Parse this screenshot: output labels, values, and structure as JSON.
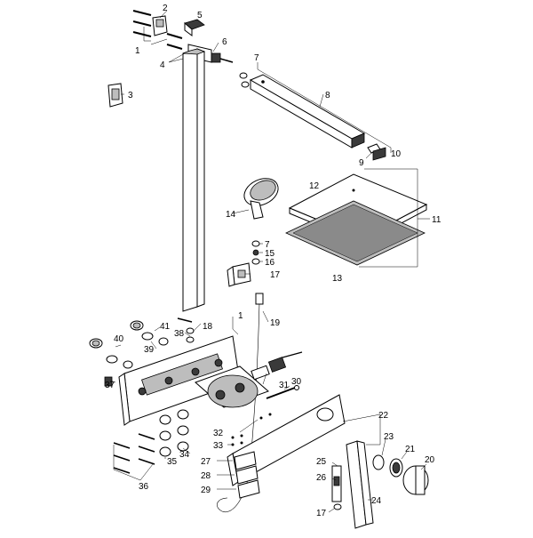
{
  "callouts": {
    "c1a": "1",
    "c1b": "1",
    "c2": "2",
    "c3": "3",
    "c4": "4",
    "c5": "5",
    "c6": "6",
    "c7a": "7",
    "c7b": "7",
    "c8": "8",
    "c9": "9",
    "c10": "10",
    "c11": "11",
    "c12": "12",
    "c13": "13",
    "c14": "14",
    "c15": "15",
    "c16": "16",
    "c17a": "17",
    "c17b": "17",
    "c18": "18",
    "c19": "19",
    "c20": "20",
    "c21": "21",
    "c22": "22",
    "c23": "23",
    "c24": "24",
    "c25": "25",
    "c26": "26",
    "c27": "27",
    "c28": "28",
    "c29": "29",
    "c30": "30",
    "c31": "31",
    "c32": "32",
    "c33": "33",
    "c34": "34",
    "c35": "35",
    "c36": "36",
    "c37": "37",
    "c38": "38",
    "c39": "39",
    "c40": "40",
    "c41": "41"
  }
}
